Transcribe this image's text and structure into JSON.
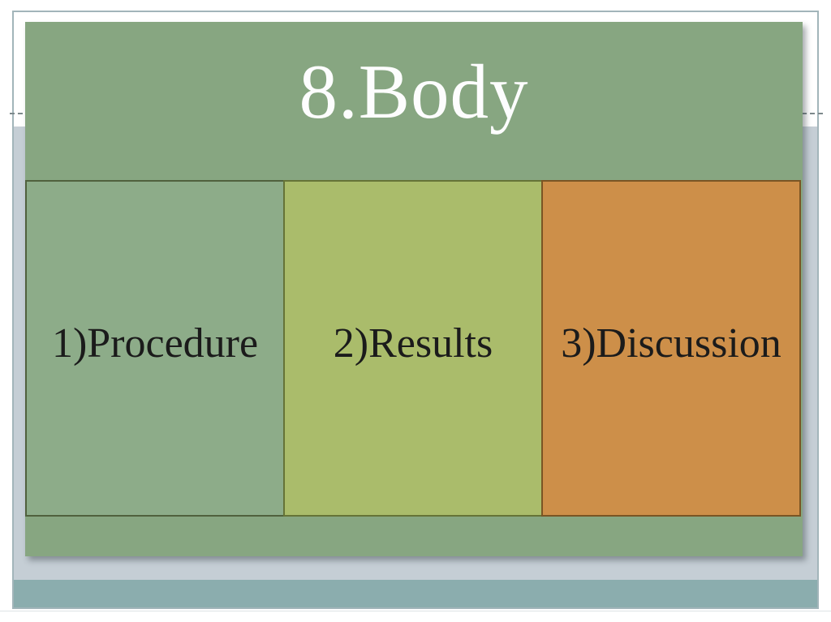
{
  "slide": {
    "title": "8.Body",
    "columns": [
      {
        "label": "1)Procedure",
        "fill": "#8dac89",
        "border": "#50613d"
      },
      {
        "label": "2)Results",
        "fill": "#aabc6b",
        "border": "#657337"
      },
      {
        "label": "3)Discussion",
        "fill": "#cd8f49",
        "border": "#7a5524"
      }
    ],
    "colors": {
      "page_bg": "#ffffff",
      "frame_border": "#a2b5ba",
      "canvas_lower": "#c5ced5",
      "footer_band": "#8badae",
      "header_fill": "#87a681",
      "title_color": "#fdfdfe",
      "label_color": "#1b1b1b",
      "guide_line": "#7d898c"
    }
  }
}
